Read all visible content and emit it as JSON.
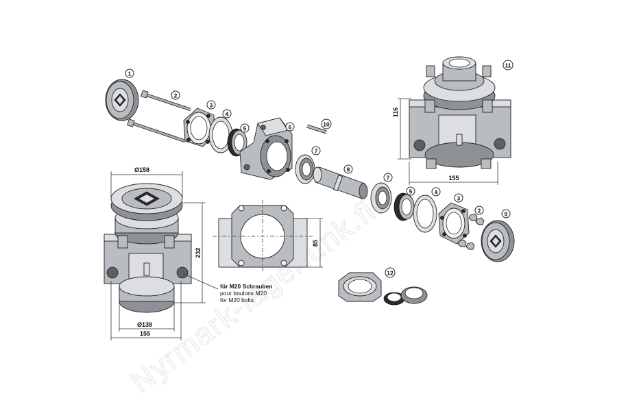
{
  "watermark": "Nyrmark-lagerlunk.fi",
  "callouts": [
    {
      "id": "c1",
      "label": "1"
    },
    {
      "id": "c2",
      "label": "2"
    },
    {
      "id": "c3",
      "label": "3"
    },
    {
      "id": "c4",
      "label": "4"
    },
    {
      "id": "c5",
      "label": "5"
    },
    {
      "id": "c6",
      "label": "6"
    },
    {
      "id": "c7",
      "label": "7"
    },
    {
      "id": "c8",
      "label": "8"
    },
    {
      "id": "c10",
      "label": "10"
    },
    {
      "id": "c7b",
      "label": "7"
    },
    {
      "id": "c5b",
      "label": "5"
    },
    {
      "id": "c4b",
      "label": "4"
    },
    {
      "id": "c3b",
      "label": "3"
    },
    {
      "id": "c2b",
      "label": "2"
    },
    {
      "id": "c9",
      "label": "9"
    },
    {
      "id": "c11",
      "label": "11"
    },
    {
      "id": "c12",
      "label": "12"
    }
  ],
  "dimensions": {
    "left_top_width": "Ø158",
    "left_height": "232",
    "left_bottom_diameter": "Ø138",
    "left_bottom_width": "155",
    "center_height": "85",
    "right_height": "116",
    "right_width": "155"
  },
  "bolt_note": {
    "de": "für M20 Schrauben",
    "fr": "pour boulons M20",
    "en": "for M20 bolts"
  },
  "colors": {
    "outline": "#222222",
    "metal_dark": "#8e9196",
    "metal_mid": "#b9bcc0",
    "metal_light": "#dcdee1",
    "background": "#ffffff"
  }
}
